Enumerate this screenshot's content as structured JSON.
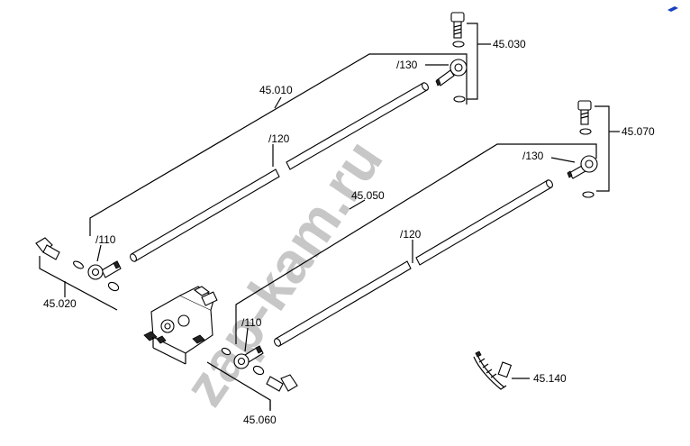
{
  "watermark": "zap-kam.ru",
  "labels": {
    "l_45030": "45.030",
    "l_130a": "/130",
    "l_45010": "45.010",
    "l_120a": "/120",
    "l_45070": "45.070",
    "l_130b": "/130",
    "l_45050": "45.050",
    "l_110a": "/110",
    "l_120b": "/120",
    "l_45020": "45.020",
    "l_110b": "/110",
    "l_45140": "45.140",
    "l_45060": "45.060"
  },
  "colors": {
    "line": "#000000",
    "watermark": "#c7c7c7",
    "corner_mark": "#1a3fbf"
  }
}
